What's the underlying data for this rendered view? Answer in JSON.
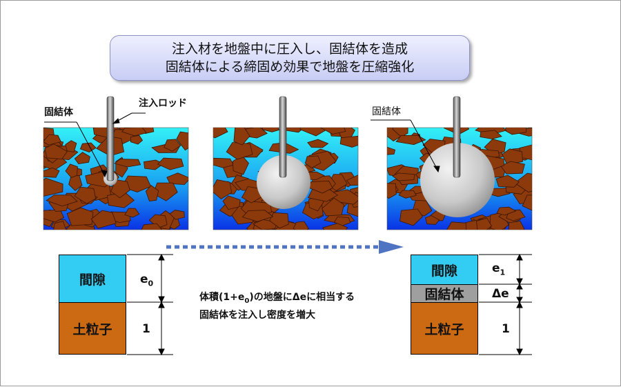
{
  "caption": {
    "line1": "注入材を地盤中に圧入し、固結体を造成",
    "line2": "固結体による締固め効果で地盤を圧縮強化"
  },
  "labels": {
    "grout_body_left": "固結体",
    "injection_rod": "注入ロッド",
    "grout_body_right": "固結体"
  },
  "left_column": {
    "void_label": "間隙",
    "soil_label": "土粒子",
    "void_value_base": "e",
    "void_value_sub": "0",
    "soil_value": "1"
  },
  "right_column": {
    "void_label": "間隙",
    "grout_label": "固結体",
    "soil_label": "土粒子",
    "void_value_base": "e",
    "void_value_sub": "1",
    "grout_value": "Δe",
    "soil_value": "1"
  },
  "description": {
    "line1_pre": "体積(1+e",
    "line1_sub": "0",
    "line1_post": ")の地盤にΔeに相当する",
    "line2": "固結体を注入し密度を増大"
  },
  "colors": {
    "water_top": "#34f0f6",
    "water_bottom": "#0a33e6",
    "particle": "#8c3a0c",
    "particle_edge": "#3b1400",
    "void": "#33ccf2",
    "grout": "#9f9f9f",
    "soil": "#cc6a14",
    "arrow": "#4f74c2"
  }
}
